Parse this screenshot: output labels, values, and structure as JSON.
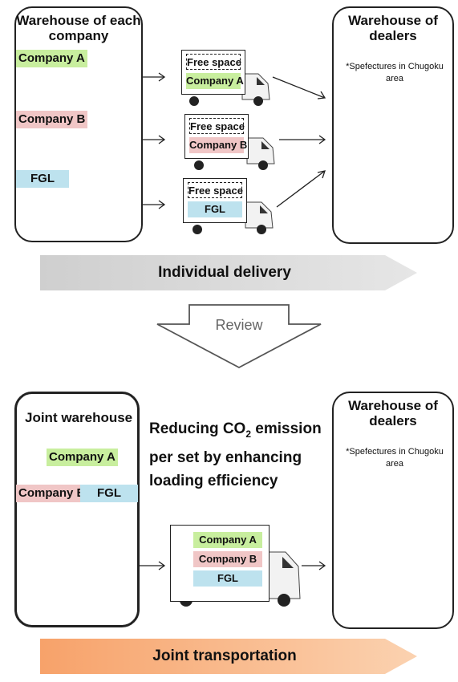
{
  "colors": {
    "company_a": "#c8ee9e",
    "company_b": "#f0c6c6",
    "fgl": "#bde2ee",
    "grey_arrow": "#d7d7d7",
    "orange_arrow": "#f8b98a"
  },
  "top": {
    "left_panel_title": "Warehouse of each company",
    "companies": [
      "Company A",
      "Company B",
      "FGL"
    ],
    "free_space": "Free space",
    "right_panel_title": "Warehouse of dealers",
    "right_panel_note": "*Spefectures in Chugoku area",
    "banner": "Individual delivery"
  },
  "review": "Review",
  "bottom": {
    "left_panel_title": "Joint warehouse",
    "tag_a": "Company A",
    "tag_b": "Company B",
    "tag_fgl": "FGL",
    "desc_line1": "Reducing CO",
    "desc_sub": "2",
    "desc_line1_end": " emission",
    "desc_line2": "per set by enhancing",
    "desc_line3": "loading efficiency",
    "cargo": [
      "Company A",
      "Company B",
      "FGL"
    ],
    "right_panel_title": "Warehouse of dealers",
    "right_panel_note": "*Spefectures in Chugoku area",
    "banner": "Joint transportation"
  }
}
